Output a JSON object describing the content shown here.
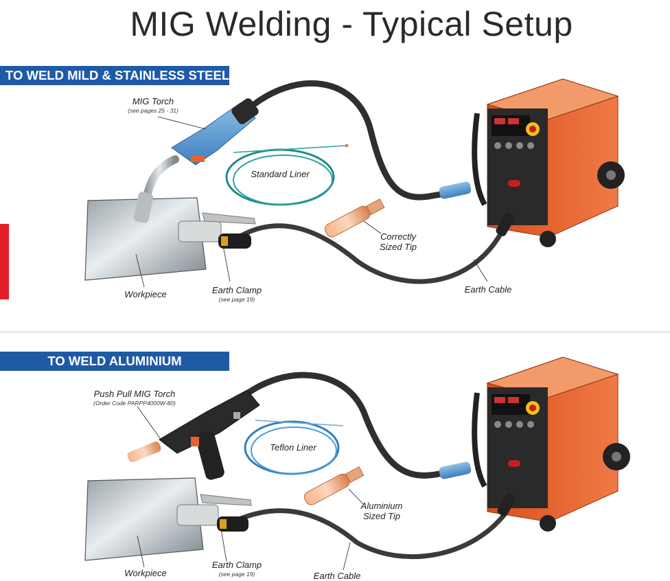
{
  "title": "MIG Welding - Typical Setup",
  "colors": {
    "banner": "#1f5aa6",
    "accent_red": "#e31e24",
    "machine_orange": "#e8622c"
  },
  "section_steel": {
    "banner": "TO WELD MILD & STAINLESS STEEL",
    "torch_label": "MIG Torch",
    "torch_sub": "(see pages 25 - 31)",
    "liner_label": "Standard Liner",
    "tip_label_1": "Correctly",
    "tip_label_2": "Sized Tip",
    "workpiece_label": "Workpiece",
    "clamp_label": "Earth Clamp",
    "clamp_sub": "(see page 19)",
    "cable_label": "Earth Cable"
  },
  "section_aluminium": {
    "banner": "TO WELD ALUMINIUM",
    "torch_label": "Push Pull MIG Torch",
    "torch_sub": "(Order Code PARPP4000W-80)",
    "liner_label": "Teflon Liner",
    "tip_label_1": "Aluminium",
    "tip_label_2": "Sized Tip",
    "workpiece_label": "Workpiece",
    "clamp_label": "Earth Clamp",
    "clamp_sub": "(see page 19)",
    "cable_label": "Earth Cable"
  }
}
